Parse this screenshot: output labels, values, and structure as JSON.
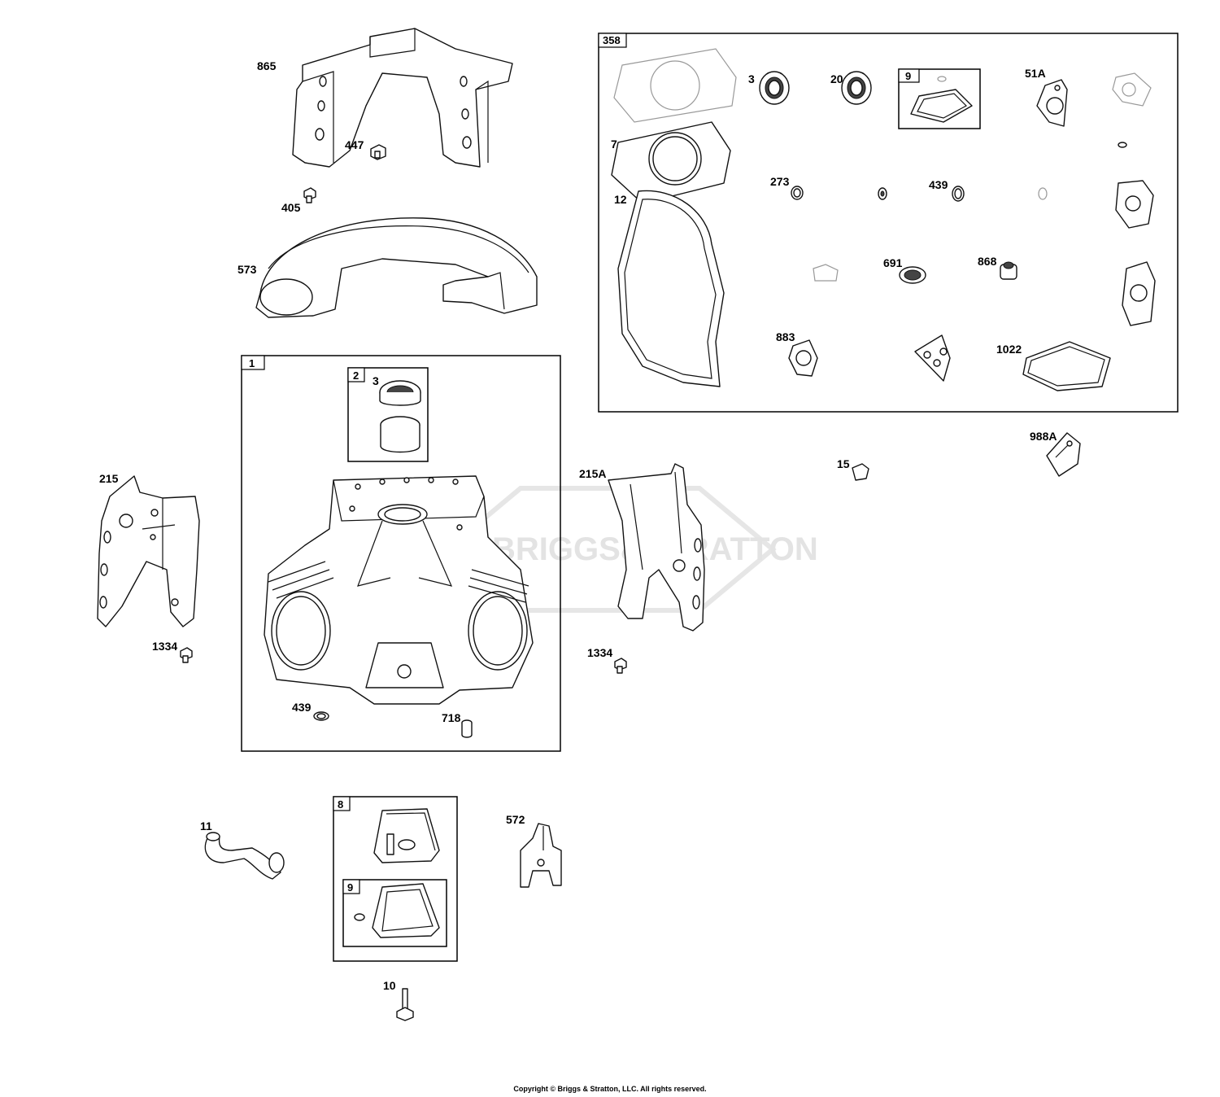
{
  "watermark": "BRIGGS&STRATTON",
  "copyright": "Copyright © Briggs & Stratton, LLC. All rights reserved.",
  "boxes": {
    "kit_358": "358",
    "sub_9_top": "9",
    "block_1": "1",
    "sub_2": "2",
    "kit_8": "8",
    "sub_9_bottom": "9"
  },
  "labels": {
    "p865": "865",
    "p447": "447",
    "p405": "405",
    "p573": "573",
    "p3_kit": "3",
    "p20": "20",
    "p51A": "51A",
    "p7": "7",
    "p12": "12",
    "p273": "273",
    "p439_kit": "439",
    "p691": "691",
    "p868": "868",
    "p883": "883",
    "p1022": "1022",
    "p988A": "988A",
    "p15": "15",
    "p3_block": "3",
    "p215": "215",
    "p215A": "215A",
    "p1334_left": "1334",
    "p1334_right": "1334",
    "p439_block": "439",
    "p718": "718",
    "p11": "11",
    "p572": "572",
    "p10": "10"
  }
}
